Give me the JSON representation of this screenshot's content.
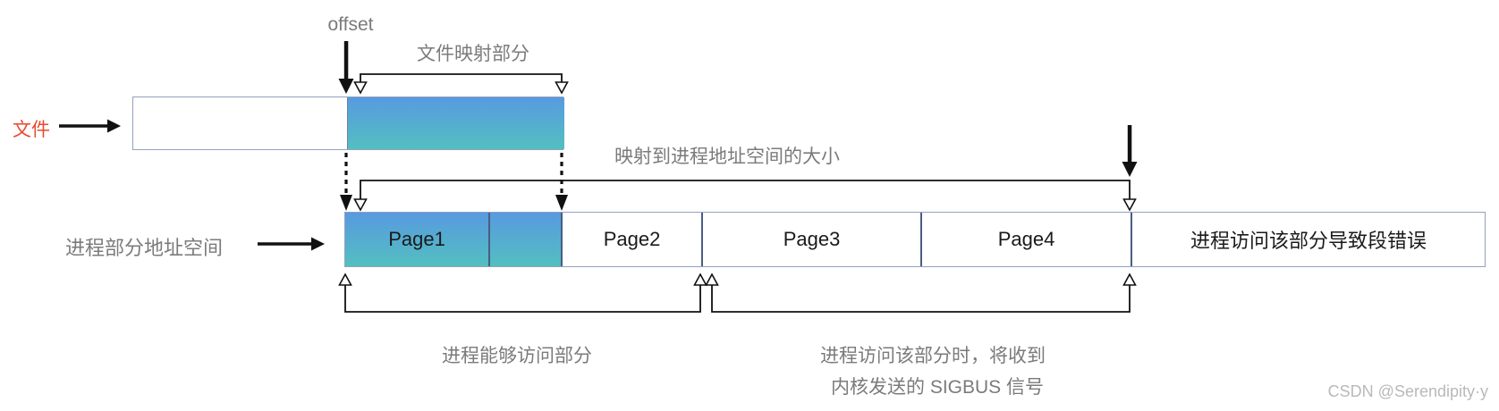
{
  "colors": {
    "accent_red": "#e8492f",
    "gradient_top": "#579ae0",
    "gradient_bottom": "#53bfc0",
    "box_border": "#93a2bb",
    "segment_divider": "#4a5d82",
    "label_gray": "#7b7b7b",
    "text_black": "#1a1a1a",
    "watermark_gray": "#b9b9b9"
  },
  "file_row": {
    "label": "文件",
    "offset_label": "offset",
    "mapping_label": "文件映射部分"
  },
  "process_row": {
    "label": "进程部分地址空间",
    "mapped_size_label": "映射到进程地址空间的大小",
    "pages": [
      "Page1",
      "Page2",
      "Page3",
      "Page4"
    ],
    "segfault_label": "进程访问该部分导致段错误"
  },
  "annotations": {
    "accessible_label": "进程能够访问部分",
    "sigbus_line1": "进程访问该部分时，将收到",
    "sigbus_line2": "内核发送的 SIGBUS 信号"
  },
  "watermark": "CSDN @Serendipity·y"
}
